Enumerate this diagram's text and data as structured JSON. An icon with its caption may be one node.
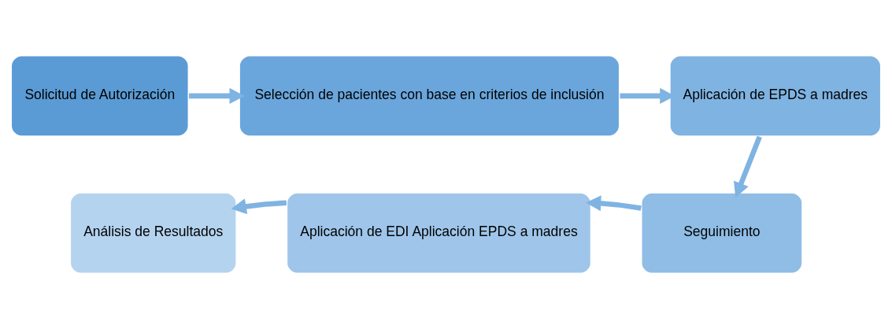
{
  "diagram": {
    "nodes": [
      {
        "text": [
          "Solicitud de Autorización"
        ]
      },
      {
        "text": [
          "Selección de pacientes con base en criterios de inclusión"
        ]
      },
      {
        "text": [
          "Aplicación de EPDS a madres"
        ]
      },
      {
        "text": [
          "Seguimiento"
        ]
      },
      {
        "text": [
          "Aplicación de EDI Aplicación EPDS a madres"
        ]
      },
      {
        "text": [
          "Análisis de Resultados"
        ]
      }
    ],
    "edges": [
      {
        "from": 0,
        "to": 1,
        "arrow": "to"
      },
      {
        "from": 1,
        "to": 2,
        "arrow": "to"
      },
      {
        "from": 2,
        "to": 3,
        "arrow": "to"
      },
      {
        "from": 3,
        "to": 4,
        "arrow": "to"
      },
      {
        "from": 4,
        "to": 5,
        "arrow": "to"
      }
    ]
  }
}
